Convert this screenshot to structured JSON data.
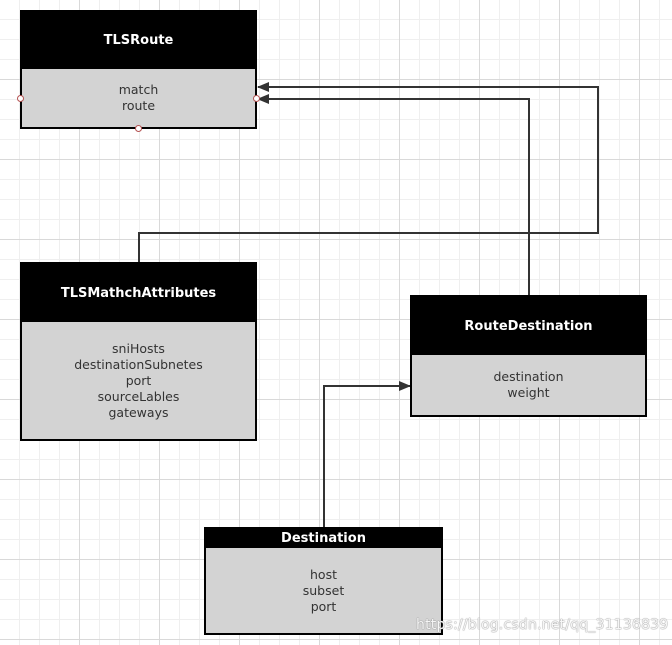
{
  "entities": {
    "tls_route": {
      "title": "TLSRoute",
      "fields": [
        "match",
        "route"
      ]
    },
    "tls_match_attributes": {
      "title": "TLSMathchAttributes",
      "fields": [
        "sniHosts",
        "destinationSubnetes",
        "port",
        "sourceLables",
        "gateways"
      ]
    },
    "route_destination": {
      "title": "RouteDestination",
      "fields": [
        "destination",
        "weight"
      ]
    },
    "destination": {
      "title": "Destination",
      "fields": [
        "host",
        "subset",
        "port"
      ]
    }
  },
  "watermark": "https://blog.csdn.net/qq_31136839",
  "colors": {
    "header": "#000000",
    "body": "#d3d3d3",
    "connector": "#333333",
    "handle": "#b45252"
  }
}
